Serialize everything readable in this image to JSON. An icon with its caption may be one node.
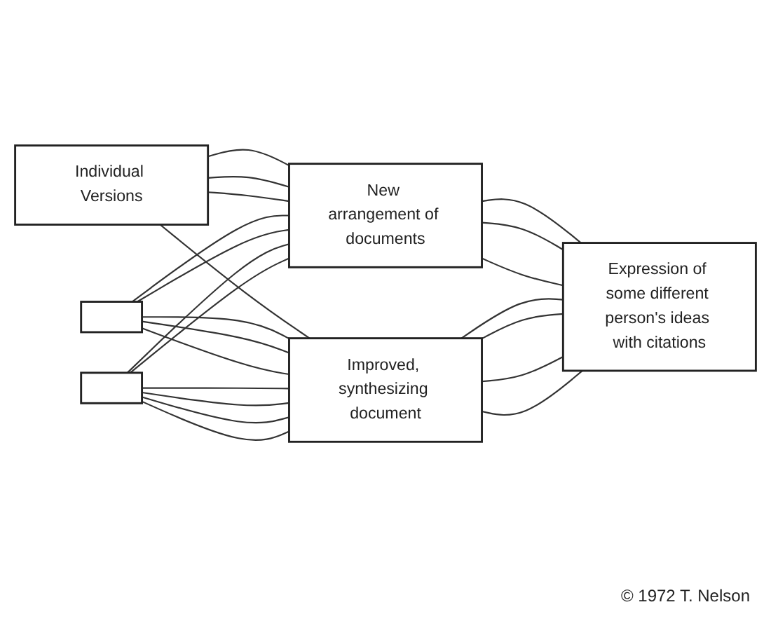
{
  "diagram": {
    "nodes": [
      {
        "text": [
          "Individual Versions"
        ]
      },
      {
        "text": [
          "New arrangement of documents"
        ]
      },
      {
        "text": [
          "Expression of some different person's ideas with citations"
        ]
      },
      {
        "text": [],
        "shape": "box"
      },
      {
        "text": [],
        "shape": "box"
      },
      {
        "text": [
          "Improved, synthesizing document"
        ]
      }
    ],
    "edges": [
      {
        "from": 0,
        "to": 1,
        "arrow": "none"
      },
      {
        "from": 0,
        "to": 1,
        "arrow": "none"
      },
      {
        "from": 0,
        "to": 1,
        "arrow": "none"
      },
      {
        "from": 0,
        "to": 5,
        "arrow": "none"
      },
      {
        "from": 3,
        "to": 1,
        "arrow": "none"
      },
      {
        "from": 3,
        "to": 1,
        "arrow": "none"
      },
      {
        "from": 3,
        "to": 5,
        "arrow": "none"
      },
      {
        "from": 3,
        "to": 5,
        "arrow": "none"
      },
      {
        "from": 3,
        "to": 5,
        "arrow": "none"
      },
      {
        "from": 4,
        "to": 1,
        "arrow": "none"
      },
      {
        "from": 4,
        "to": 1,
        "arrow": "none"
      },
      {
        "from": 4,
        "to": 5,
        "arrow": "none"
      },
      {
        "from": 4,
        "to": 5,
        "arrow": "none"
      },
      {
        "from": 4,
        "to": 5,
        "arrow": "none"
      },
      {
        "from": 4,
        "to": 5,
        "arrow": "none"
      },
      {
        "from": 1,
        "to": 2,
        "arrow": "none"
      },
      {
        "from": 1,
        "to": 2,
        "arrow": "none"
      },
      {
        "from": 1,
        "to": 2,
        "arrow": "none"
      },
      {
        "from": 5,
        "to": 2,
        "arrow": "none"
      },
      {
        "from": 5,
        "to": 2,
        "arrow": "none"
      },
      {
        "from": 5,
        "to": 2,
        "arrow": "none"
      },
      {
        "from": 5,
        "to": 2,
        "arrow": "none"
      }
    ],
    "labels": [
      "© 1972 T. Nelson"
    ]
  }
}
